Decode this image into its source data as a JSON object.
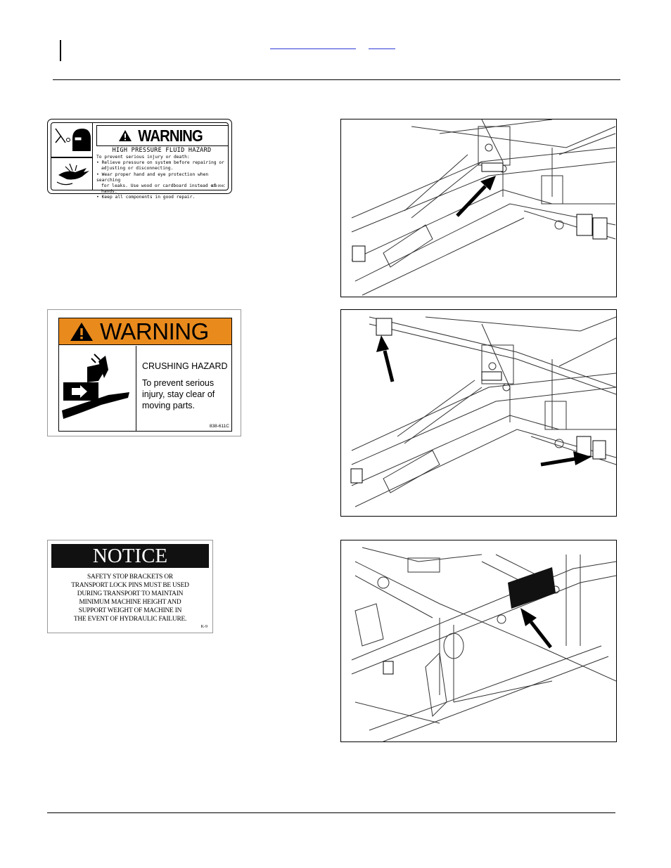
{
  "header": {
    "link_1": "",
    "link_2": ""
  },
  "decal_high_pressure": {
    "title": "WARNING",
    "hazard": "HIGH PRESSURE FLUID HAZARD",
    "lines": [
      "To prevent serious injury or death:",
      "• Relieve pressure on system before repairing or",
      "adjusting or disconnecting.",
      "• Wear proper hand and eye protection when searching",
      "for leaks. Use wood or cardboard instead of hands.",
      "• Keep all components in good repair."
    ],
    "code": "838-094C"
  },
  "decal_crushing": {
    "title": "WARNING",
    "hazard": "CRUSHING HAZARD",
    "text": "To prevent serious injury, stay clear of moving parts.",
    "code": "838-611C",
    "color": "#e98a1d"
  },
  "decal_notice": {
    "title": "NOTICE",
    "lines": [
      "SAFETY STOP BRACKETS OR",
      "TRANSPORT LOCK PINS MUST BE USED",
      "DURING TRANSPORT TO MAINTAIN",
      "MINIMUM MACHINE HEIGHT AND",
      "SUPPORT WEIGHT OF MACHINE IN",
      "THE EVENT OF HYDRAULIC FAILURE."
    ],
    "code": "K-9"
  }
}
